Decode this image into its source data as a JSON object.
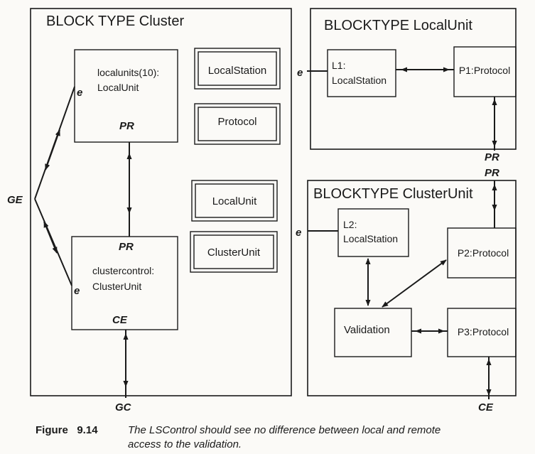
{
  "blocks": {
    "cluster": {
      "title": "BLOCK TYPE Cluster",
      "localunits_line1": "localunits(10):",
      "localunits_line2": "LocalUnit",
      "clustercontrol_line1": "clustercontrol:",
      "clustercontrol_line2": "ClusterUnit",
      "types": [
        "LocalStation",
        "Protocol",
        "LocalUnit",
        "ClusterUnit"
      ]
    },
    "localunit": {
      "title": "BLOCKTYPE LocalUnit",
      "l1_line1": "L1:",
      "l1_line2": "LocalStation",
      "p1": "P1:Protocol"
    },
    "clusterunit": {
      "title": "BLOCKTYPE ClusterUnit",
      "l2_line1": "L2:",
      "l2_line2": "LocalStation",
      "p2": "P2:Protocol",
      "validation": "Validation",
      "p3": "P3:Protocol"
    }
  },
  "ports": {
    "GE": "GE",
    "GC": "GC",
    "PR": "PR",
    "CE": "CE",
    "e": "e"
  },
  "caption": {
    "label": "Figure   9.14",
    "line1": "The LSControl should see no difference between local and remote",
    "line2": "access to the validation."
  }
}
